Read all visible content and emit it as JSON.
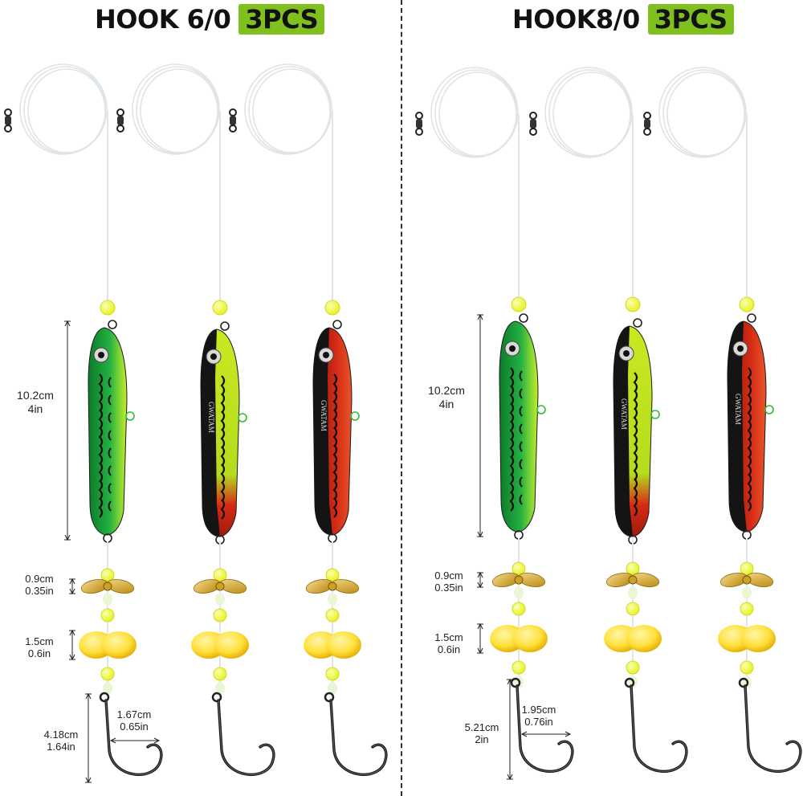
{
  "left": {
    "title": "HOOK 6/0",
    "badge": "3PCS",
    "lure_length_cm": "10.2cm",
    "lure_length_in": "4in",
    "spinner_cm": "0.9cm",
    "spinner_in": "0.35in",
    "float_cm": "1.5cm",
    "float_in": "0.6in",
    "hook_length_cm": "4.18cm",
    "hook_length_in": "1.64in",
    "gap_cm": "1.67cm",
    "gap_in": "0.65in",
    "lure_text": "GWATAM"
  },
  "right": {
    "title": "HOOK8/0",
    "badge": "3PCS",
    "lure_length_cm": "10.2cm",
    "lure_length_in": "4in",
    "spinner_cm": "0.9cm",
    "spinner_in": "0.35in",
    "float_cm": "1.5cm",
    "float_in": "0.6in",
    "hook_length_cm": "5.21cm",
    "hook_length_in": "2in",
    "gap_cm": "1.95cm",
    "gap_in": "0.76in",
    "lure_text": "GWATAM"
  },
  "colors": {
    "badge": "#7fbf1e",
    "bead": "#e6f21c",
    "float": "#ffe03a",
    "green_lure": "#23b043",
    "yellow_lure": "#c9e822",
    "red_lure": "#d52b16",
    "lure_black": "#141414",
    "spinner": "#b8860b"
  }
}
